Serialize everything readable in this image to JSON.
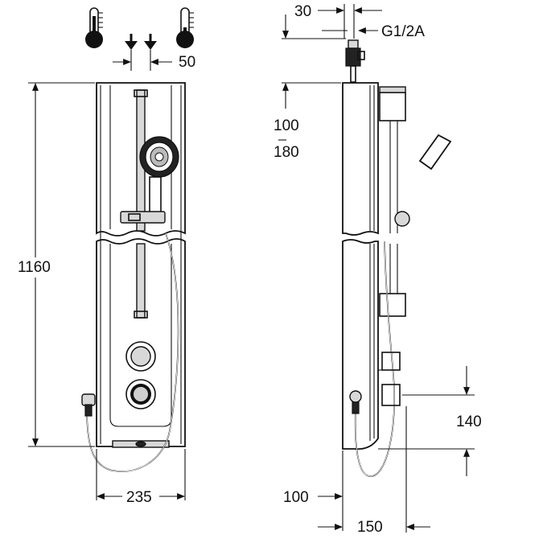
{
  "front_view": {
    "dim_outlet_spacing": "50",
    "dim_height": "1160",
    "dim_width": "235",
    "icon_hot": "thermometer-hot-icon",
    "icon_cold": "thermometer-cold-icon"
  },
  "side_view": {
    "dim_connection_offset": "30",
    "dim_thread": "G1/2A",
    "dim_top_min": "100",
    "dim_top_max": "180",
    "dim_bottom_offset": "140",
    "dim_wall_offset": "100",
    "dim_depth": "150"
  },
  "colors": {
    "line": "#111111",
    "background": "#ffffff"
  }
}
